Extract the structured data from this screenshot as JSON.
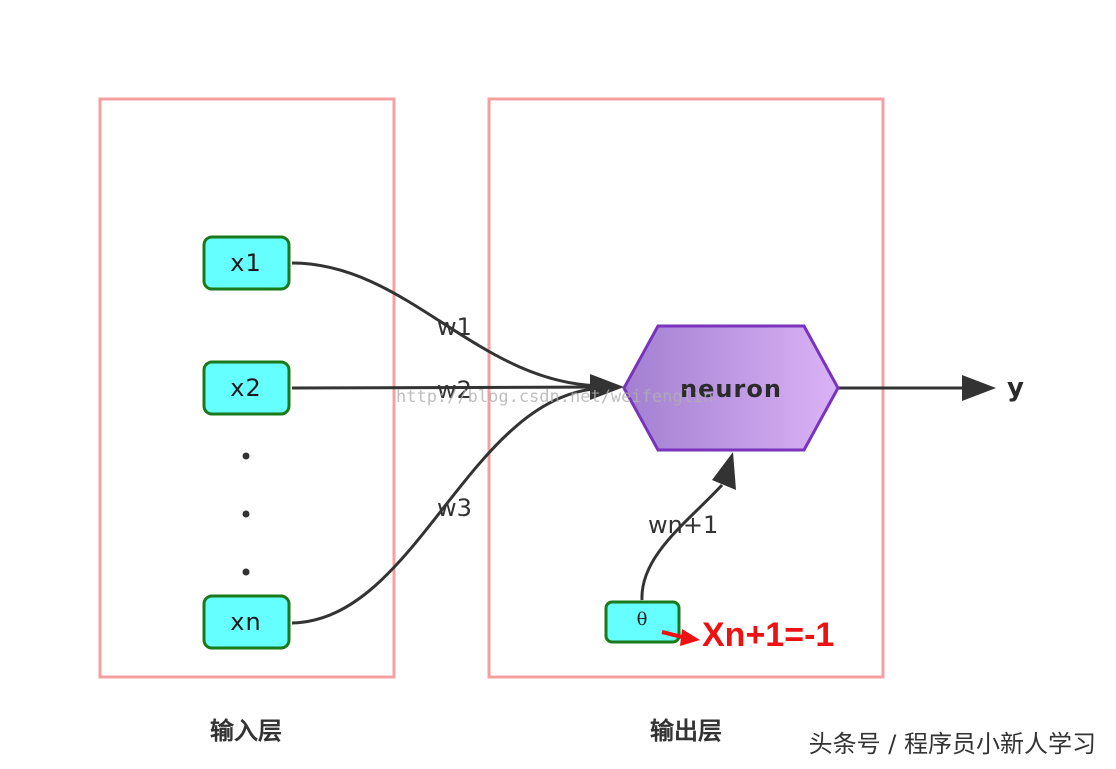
{
  "layers": {
    "input_label": "输入层",
    "output_label": "输出层"
  },
  "inputs": {
    "x1": "x1",
    "x2": "x2",
    "xn": "xn",
    "ellipsis": "•"
  },
  "weights": {
    "w1": "w1",
    "w2": "w2",
    "w3": "w3",
    "wn1": "wn+1"
  },
  "neuron": {
    "label": "neuron"
  },
  "output": {
    "label": "y"
  },
  "bias": {
    "node_label": "θ",
    "annotation": "Xn+1=-1"
  },
  "watermark": {
    "url": "http://blog.csdn.net/weifenglin"
  },
  "footer": {
    "source": "头条号 / 程序员小新人学习"
  },
  "colors": {
    "layer_border": "#f4a0a0",
    "input_fill": "#66ffff",
    "input_border": "#1a7a1a",
    "neuron_gradient_start": "#a27fd0",
    "neuron_gradient_end": "#dab2f6",
    "neuron_border": "#7a33bd",
    "edge": "#333333",
    "bias_text": "#ee1111"
  }
}
